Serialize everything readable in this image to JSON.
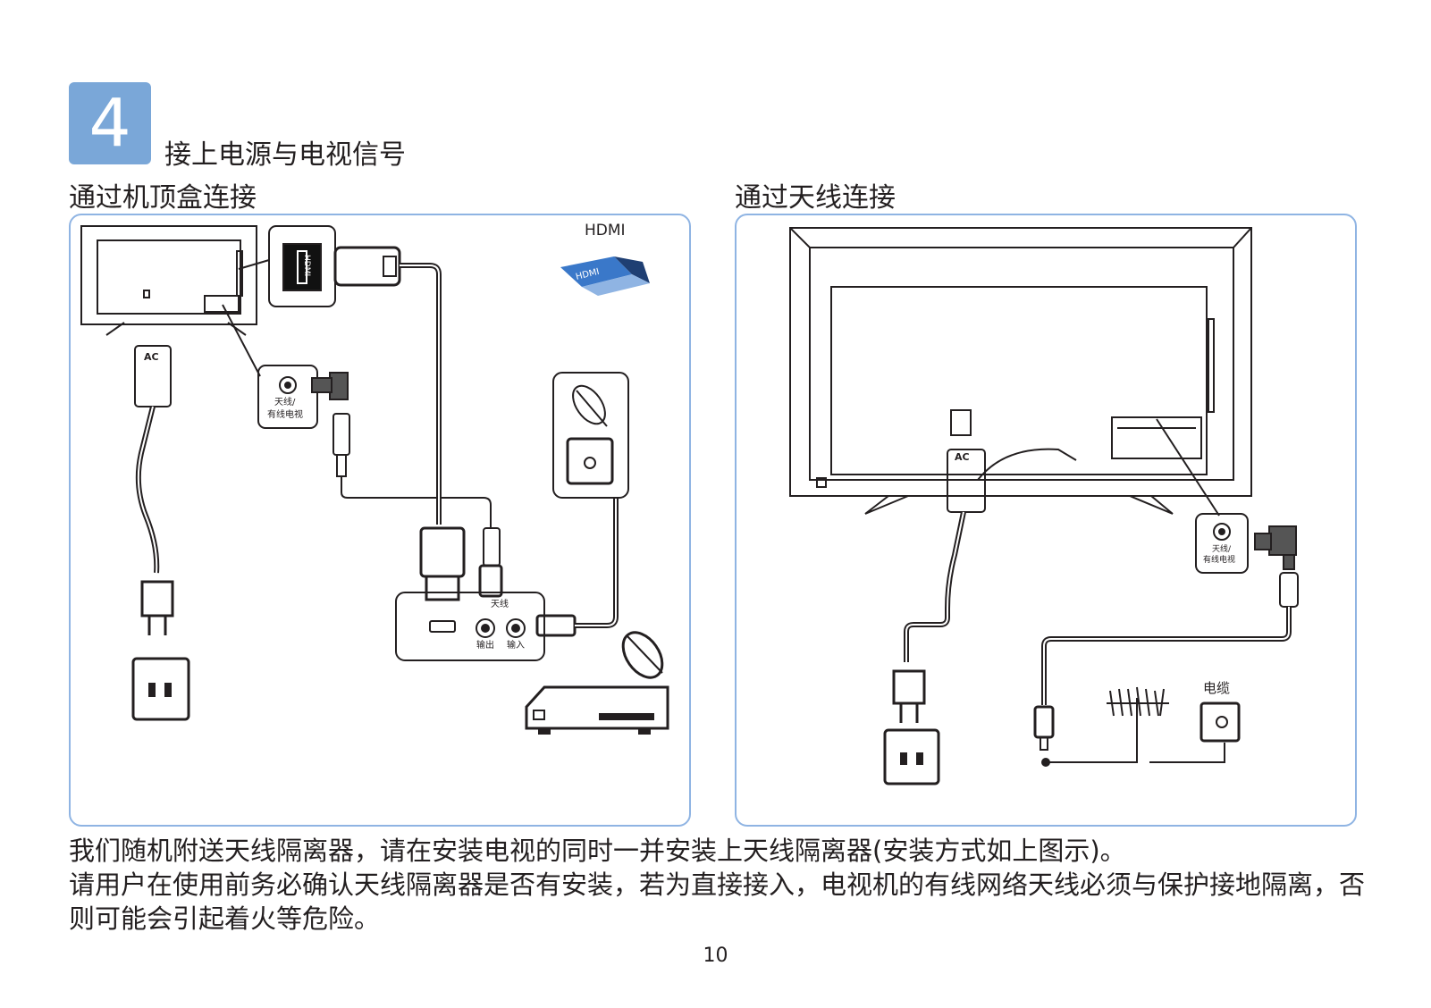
{
  "step": {
    "number": "4",
    "title": "接上电源与电视信号"
  },
  "left": {
    "title": "通过机顶盒连接",
    "hdmi_label": "HDMI",
    "hdmi_plug_text": "HDMI",
    "hdmi_port_text": "HDMI",
    "ac_label": "AC",
    "antenna_port_label_1": "天线/",
    "antenna_port_label_2": "有线电视",
    "stb_antenna_label": "天线",
    "stb_out_label": "输出",
    "stb_in_label": "输入"
  },
  "right": {
    "title": "通过天线连接",
    "ac_label": "AC",
    "antenna_port_label_1": "天线/",
    "antenna_port_label_2": "有线电视",
    "cable_label": "电缆"
  },
  "note": {
    "line1": "我们随机附送天线隔离器，请在安装电视的同时一并安装上天线隔离器(安装方式如上图示)。",
    "line2": "请用户在使用前务必确认天线隔离器是否有安装，若为直接接入，电视机的有线网络天线必须与保护接地隔离，否则可能会引起着火等危险。"
  },
  "page_number": "10",
  "colors": {
    "accent": "#7aa7d8",
    "panel_border": "#8fb4e3",
    "hdmi_blue": "#3a78c9"
  }
}
